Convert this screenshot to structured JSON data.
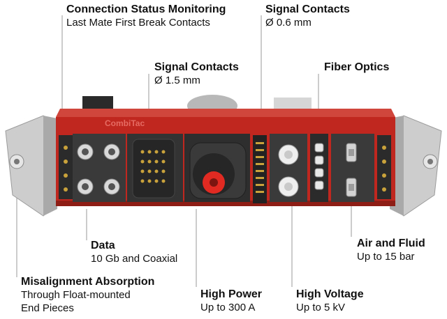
{
  "brand": "CombiTac",
  "callouts": {
    "status": {
      "title": "Connection Status Monitoring",
      "line1": "Last Mate First Break Contacts"
    },
    "signal06": {
      "title": "Signal Contacts",
      "line1": "Ø  0.6 mm"
    },
    "signal15": {
      "title": "Signal Contacts",
      "line1": "Ø  1.5 mm"
    },
    "fiber": {
      "title": "Fiber Optics"
    },
    "data": {
      "title": "Data",
      "line1": "10 Gb and Coaxial"
    },
    "air": {
      "title": "Air and Fluid",
      "line1": "Up to 15 bar"
    },
    "misalign": {
      "title": "Misalignment Absorption",
      "line1": "Through Float-mounted",
      "line2": "End Pieces"
    },
    "power": {
      "title": "High Power",
      "line1": "Up to 300 A"
    },
    "voltage": {
      "title": "High Voltage",
      "line1": "Up to 5 kV"
    }
  },
  "colors": {
    "housing": "#c0281f",
    "module": "#2e2e2e",
    "endpiece": "#c9c9c9",
    "pin_gold": "#c9a23b",
    "power_contact": "#e02a22"
  }
}
